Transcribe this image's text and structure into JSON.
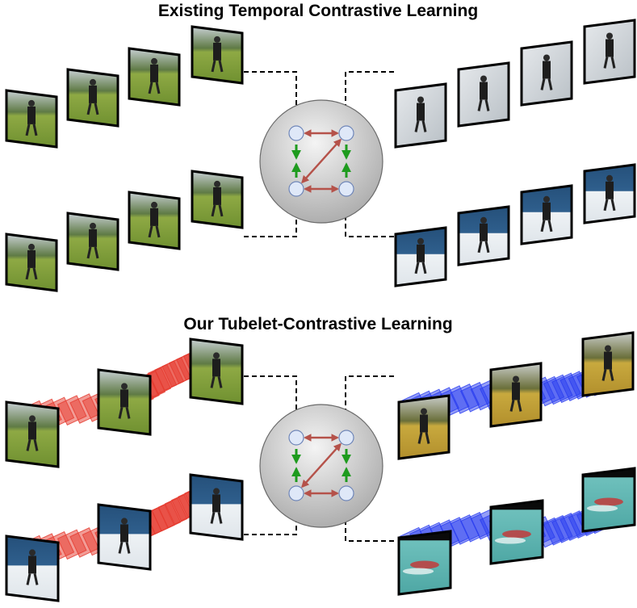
{
  "titles": {
    "top": "Existing Temporal Contrastive Learning",
    "bottom": "Our Tubelet-Contrastive Learning"
  },
  "colors": {
    "positive_arrow": "#1e9b1e",
    "negative_arrow": "#b5524a",
    "node_fill": "#dfe8f8",
    "node_stroke": "#6f86b8",
    "tube_red": "#e53a2e",
    "tube_blue": "#2a3df0",
    "golf_grass": "#8aa83a",
    "ski_snow": "#e9ecef",
    "sky_blue": "#2d5a86",
    "pool": "#5fb4b0"
  },
  "icons": {
    "frame": "video-frame-thumbnail",
    "node": "embedding-node",
    "tube": "tubelet-trajectory"
  }
}
